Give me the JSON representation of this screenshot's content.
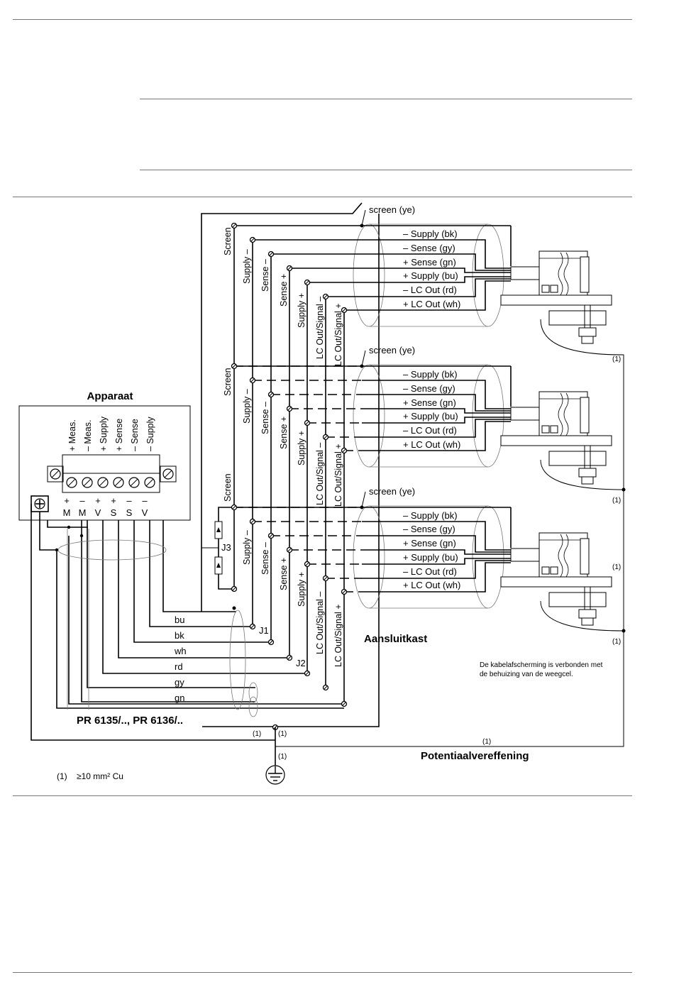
{
  "device": {
    "title": "Apparaat",
    "terminal_labels": [
      "+ Meas.",
      "– Meas.",
      "+ Supply",
      "+ Sense",
      "– Sense",
      "– Supply"
    ],
    "terminal_signs": [
      "+",
      "–",
      "+",
      "+",
      "–",
      "–"
    ],
    "terminal_letters": [
      "M",
      "M",
      "V",
      "S",
      "S",
      "V"
    ]
  },
  "cable": {
    "name": "PR 6135/.., PR 6136/..",
    "colors": [
      "bu",
      "bk",
      "wh",
      "rd",
      "gy",
      "gn"
    ]
  },
  "junction_box": {
    "title": "Aansluitkast",
    "bus_labels": [
      "Screen",
      "Supply –",
      "Sense –",
      "Sense +",
      "Supply +",
      "LC Out/Signal –",
      "LC Out/Signal +"
    ],
    "jumpers": [
      "J1",
      "J2",
      "J3"
    ]
  },
  "load_cell": {
    "screen_label": "screen (ye)",
    "wires": [
      "– Supply (bk)",
      "– Sense (gy)",
      "+ Sense (gn)",
      "+ Supply (bu)",
      "– LC Out (rd)",
      "+ LC Out (wh)"
    ]
  },
  "notes": {
    "shield_note_line1": "De kabelafscherming is verbonden met",
    "shield_note_line2": "de behuizing van de weegcel.",
    "equipotential": "Potentiaalvereffening",
    "ref_marker": "(1)",
    "footnote_marker": "(1)",
    "footnote_text": "≥10 mm² Cu"
  }
}
